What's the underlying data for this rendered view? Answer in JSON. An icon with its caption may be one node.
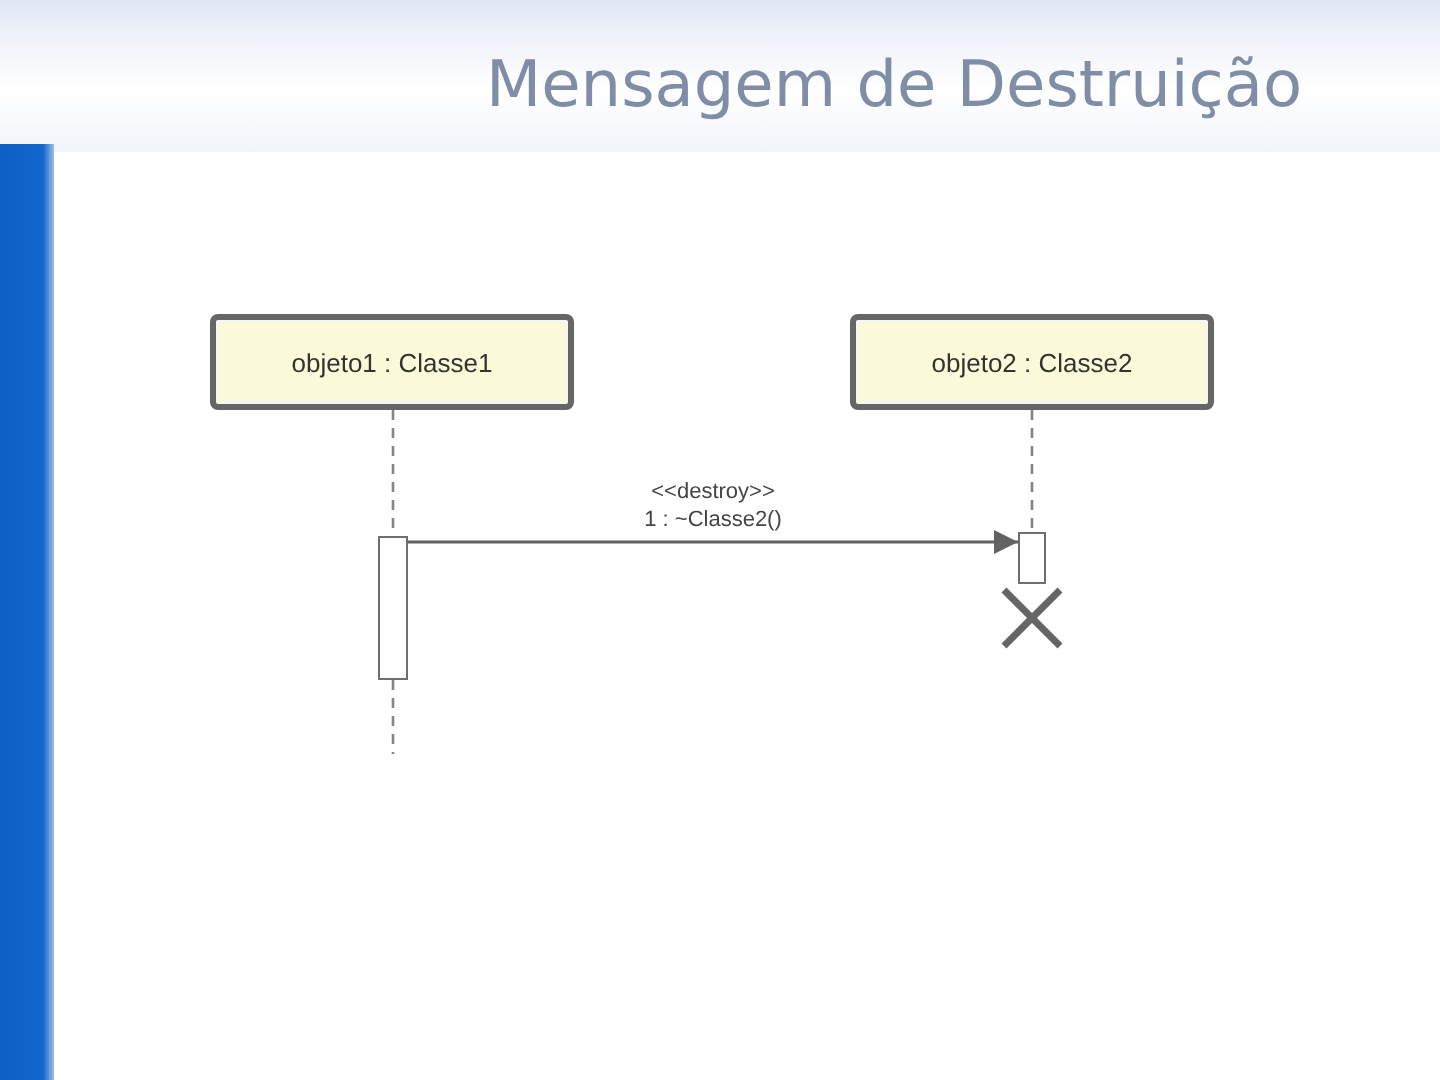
{
  "diagram": {
    "title": "Mensagem de Destruição",
    "nodes": [
      {
        "text": [
          "objeto1 : Classe1"
        ]
      },
      {
        "text": [
          "objeto2 : Classe2"
        ]
      },
      {
        "text": [],
        "shape": "bar"
      },
      {
        "text": [],
        "shape": "bar"
      }
    ],
    "edges": [
      {
        "from": 0,
        "to": 2,
        "arrow": "none",
        "style": "dashed"
      },
      {
        "from": 2,
        "to": null,
        "arrow": "none",
        "style": "dashed"
      },
      {
        "from": 1,
        "to": 3,
        "arrow": "none",
        "style": "dashed"
      },
      {
        "from": 2,
        "to": 3,
        "arrow": "to",
        "label": "<<destroy>> 1 : ~Classe2()"
      }
    ]
  }
}
